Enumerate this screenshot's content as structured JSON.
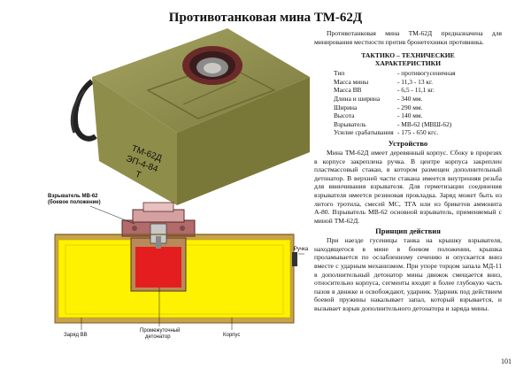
{
  "page": {
    "title": "Противотанковая мина ТМ-62Д",
    "page_number": "101"
  },
  "photo": {
    "marking_lines": [
      "ТМ-62Д",
      "ЭП-4-84",
      "Т"
    ]
  },
  "diagram": {
    "labels": {
      "fuse": "Взрыватель МВ-62",
      "fuse_state": "(боевое положение)",
      "handle": "Ручка",
      "charge": "Заряд ВВ",
      "detonator_1": "Промежуточный",
      "detonator_2": "детонатор",
      "body": "Корпус"
    }
  },
  "text": {
    "intro": "Противотанковая мина ТМ-62Д предназначена для минирования местности против бронетехники противника.",
    "specs_heading_1": "ТАКТИКО – ТЕХНИЧЕСКИЕ",
    "specs_heading_2": "ХАРАКТЕРИСТИКИ",
    "specs": [
      {
        "label": "Тип",
        "value": "- противогусеничная"
      },
      {
        "label": "Масса мины",
        "value": "- 11,3 - 13 кг."
      },
      {
        "label": "Масса ВВ",
        "value": "- 6,5 - 11,1 кг."
      },
      {
        "label": "Длина и ширина",
        "value": "- 340 мм."
      },
      {
        "label": "Ширина",
        "value": "- 290 мм."
      },
      {
        "label": "Высота",
        "value": "- 140 мм."
      },
      {
        "label": "Взрыватель",
        "value": "- МВ-62 (МВШ-62)"
      },
      {
        "label": "Усилие срабатывания",
        "value": "- 175 - 650 кгс."
      }
    ],
    "design_title": "Устройство",
    "design_text": "Мина ТМ-62Д имеет деревянный корпус. Сбоку в прорезях в корпусе закреплена ручка. В центре корпуса закреплен пластмассовый стакан, в котором размещен дополнительный детонатор. В верхней части стакана имеется внутренняя резьба для ввинчивания взрывателя. Для герметизации соединения взрывателя имеется резиновая прокладка. Заряд может быть из литого тротила, смесей МС, ТГА или из брикетов аммонита А-80. Взрыватель МВ-62 основной взрыватель, применяемый с миной ТМ-62Д.",
    "principle_title": "Принцип действия",
    "principle_text": "При наезде гусеницы танка на крышку взрывателя, находящегося в мине в боевом положении, крышка проламывается по ослабленному сечению и опускается вниз вместе с ударным механизмом. При упоре торцом запала МД-11 в дополнительный детонатор мины движок смещается вниз, относительно корпуса, сегменты входят в более глубокую часть пазов в движке и освобождают, ударник. Ударник под действием боевой пружины накалывает запал, который взрывается, и вызывает взрыв дополнительного детонатора и заряда мины."
  },
  "colors": {
    "box_olive": "#8f8d4a",
    "charge_yellow": "#fff200",
    "wood_brown": "#c8a24a",
    "detonator_red": "#e41e1e"
  }
}
